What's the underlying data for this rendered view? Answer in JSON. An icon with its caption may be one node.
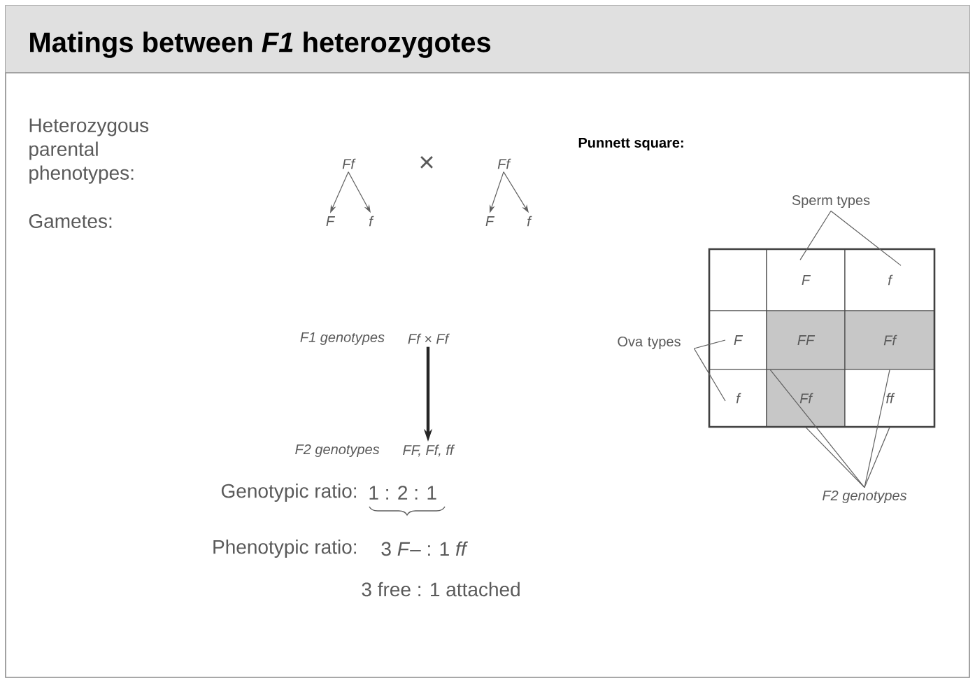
{
  "diagram": {
    "title": "Matings between *F1* heterozygotes",
    "nodes": [
      {
        "text": [
          "Ff"
        ]
      },
      {
        "text": [
          "Ff"
        ]
      },
      {
        "text": [
          "F"
        ]
      },
      {
        "text": [
          "f"
        ]
      },
      {
        "text": [
          "F"
        ]
      },
      {
        "text": [
          "f"
        ]
      },
      {
        "text": [
          "Ff × Ff"
        ],
        "beside": [
          "F1 genotypes"
        ]
      },
      {
        "text": [
          "FF, Ff, ff"
        ],
        "beside": [
          "F2 genotypes"
        ]
      },
      {
        "text": [
          "Sperm types"
        ]
      },
      {
        "text": [
          "Ova types"
        ]
      },
      {
        "text": [
          "F2 genotypes"
        ]
      },
      {
        "text": [],
        "shape": "box"
      },
      {
        "text": [
          "F"
        ]
      },
      {
        "text": [
          "f"
        ]
      },
      {
        "text": [
          "F"
        ]
      },
      {
        "text": [
          "FF"
        ]
      },
      {
        "text": [
          "Ff"
        ]
      },
      {
        "text": [
          "f"
        ]
      },
      {
        "text": [
          "Ff"
        ]
      },
      {
        "text": [
          "ff"
        ]
      }
    ],
    "edges": [
      {
        "from": 0,
        "to": 2,
        "arrow": "to"
      },
      {
        "from": 0,
        "to": 3,
        "arrow": "to"
      },
      {
        "from": 1,
        "to": 4,
        "arrow": "to"
      },
      {
        "from": 1,
        "to": 5,
        "arrow": "to"
      },
      {
        "from": 6,
        "to": 7,
        "arrow": "to",
        "style": "thick"
      },
      {
        "from": 8,
        "to": 12,
        "arrow": "none"
      },
      {
        "from": 8,
        "to": 13,
        "arrow": "none"
      },
      {
        "from": 9,
        "to": 14,
        "arrow": "none"
      },
      {
        "from": 9,
        "to": 17,
        "arrow": "none"
      },
      {
        "from": 10,
        "to": 15,
        "arrow": "none"
      },
      {
        "from": 10,
        "to": 16,
        "arrow": "none"
      },
      {
        "from": 10,
        "to": 18,
        "arrow": "none"
      },
      {
        "from": 10,
        "to": 19,
        "arrow": "none"
      }
    ],
    "labels": [
      "Heterozygous parental phenotypes:",
      "×",
      "Gametes:",
      "Genotypic ratio:",
      "1 : 2 : 1",
      "Phenotypic ratio:",
      "3 *F*– : 1 *ff*",
      "3 free : 1 attached",
      "Punnett square:"
    ]
  }
}
